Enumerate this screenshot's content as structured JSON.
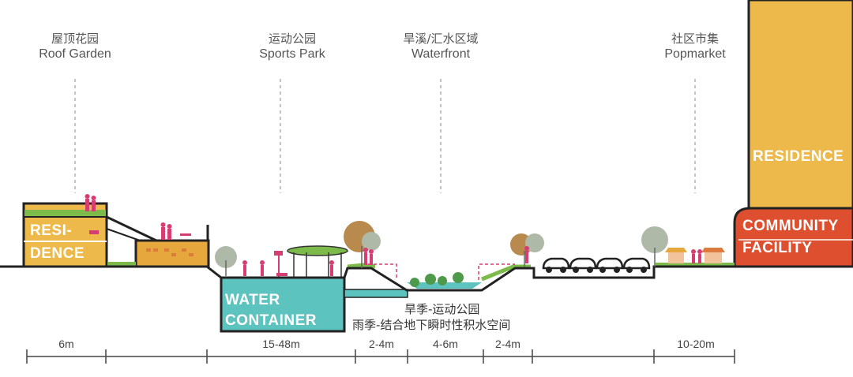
{
  "labels": [
    {
      "cn": "屋顶花园",
      "en": "Roof Garden"
    },
    {
      "cn": "运动公园",
      "en": "Sports Park"
    },
    {
      "cn": "旱溪/汇水区域",
      "en": "Waterfront"
    },
    {
      "cn": "社区市集",
      "en": "Popmarket"
    }
  ],
  "blocks": {
    "residence_small": [
      "RESI-",
      "DENCE"
    ],
    "water_container": [
      "WATER",
      "CONTAINER"
    ],
    "residence_tower": "RESIDENCE",
    "community_facility": [
      "COMMUNITY",
      "FACILITY"
    ]
  },
  "notes": {
    "dry_season": "旱季-运动公园",
    "rainy_season": "雨季-结合地下瞬时性积水空间"
  },
  "dimensions": [
    "6m",
    "15-48m",
    "2-4m",
    "4-6m",
    "2-4m",
    "10-20m"
  ],
  "colors": {
    "yellow": "#EDB94B",
    "orange": "#E6A73C",
    "red": "#DD4F2E",
    "teal": "#5CC3BE",
    "green": "#7CBB4A",
    "ground": "#222222",
    "magenta": "#D63E73",
    "tree_gray": "#AEB9A8",
    "tree_brown": "#B88A4E"
  }
}
